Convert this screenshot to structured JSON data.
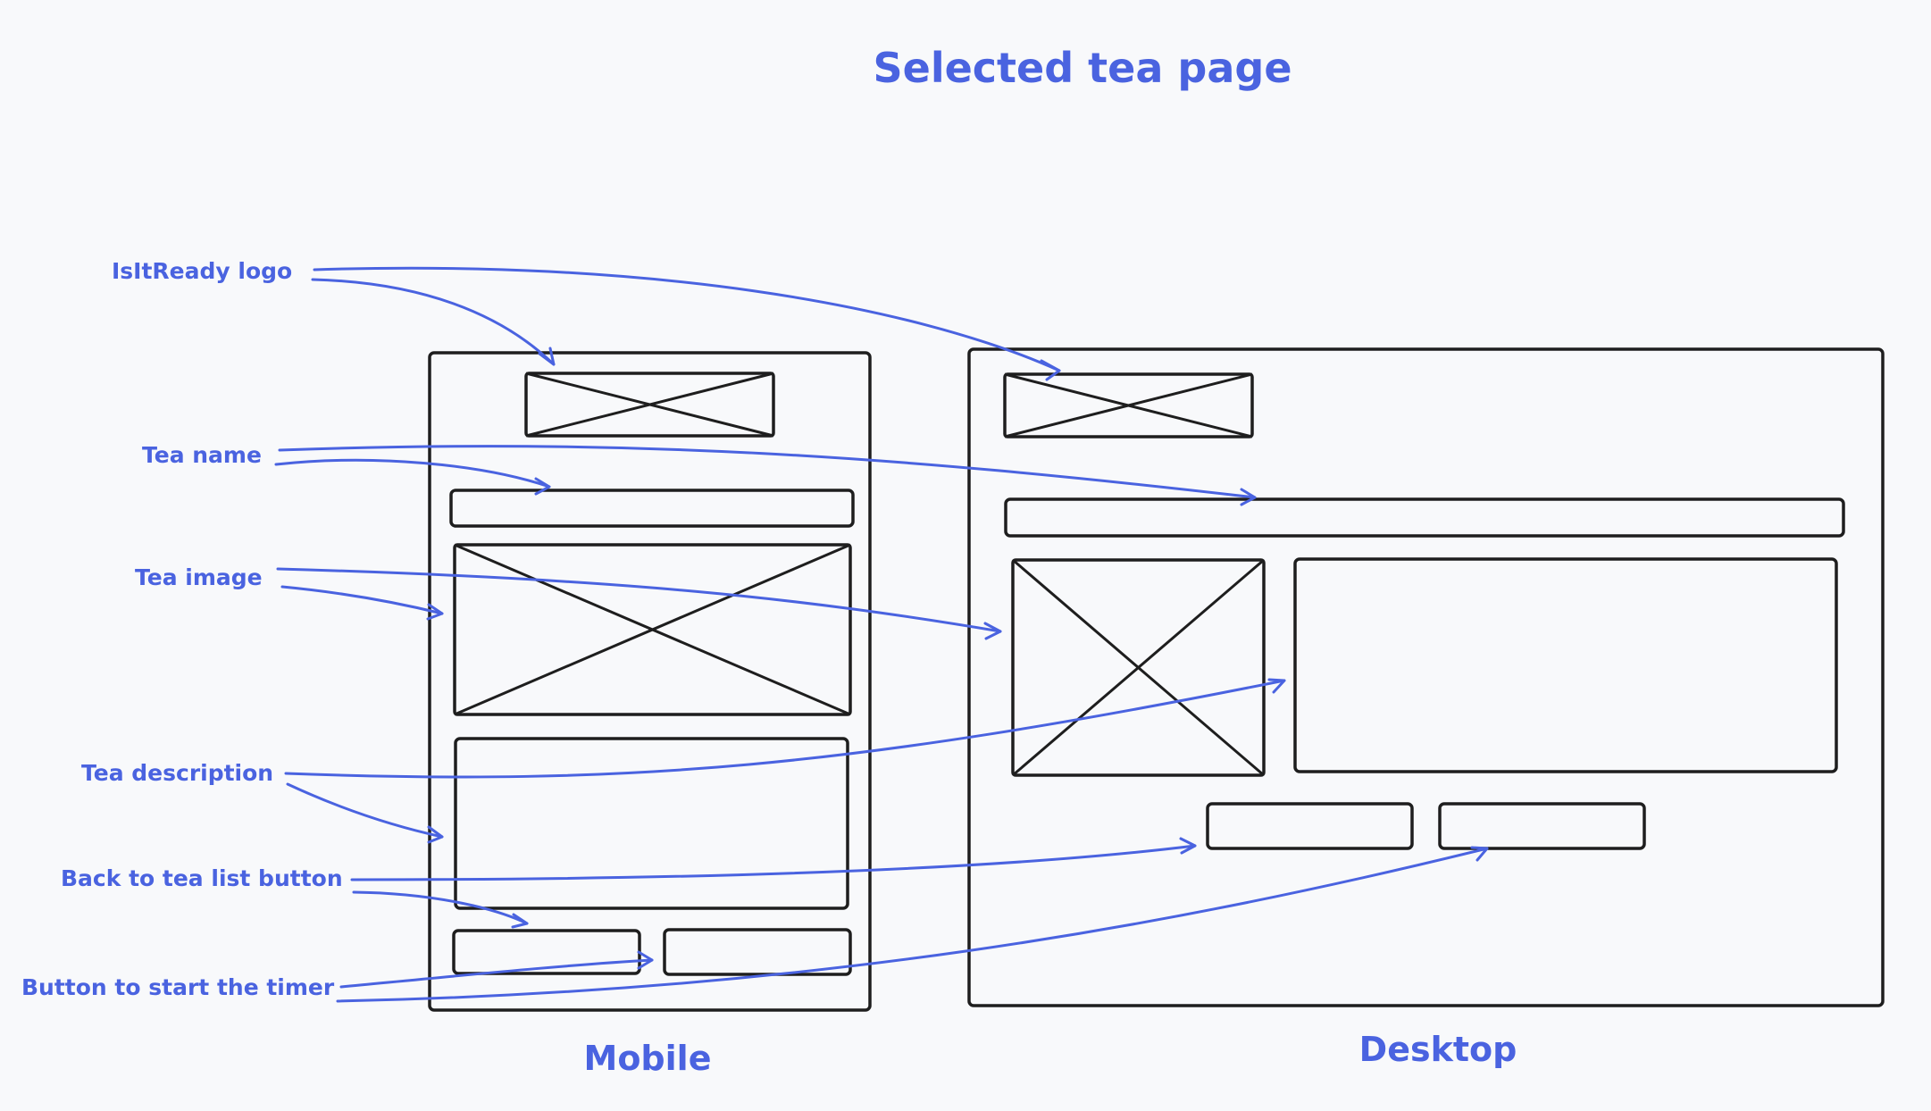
{
  "title": "Selected tea page",
  "annotations": {
    "logo": "IsItReady logo",
    "tea_name": "Tea name",
    "tea_image": "Tea image",
    "tea_description": "Tea description",
    "back_button": "Back to tea list button",
    "timer_button": "Button to start the timer"
  },
  "frames": {
    "mobile": "Mobile",
    "desktop": "Desktop"
  },
  "colors": {
    "annotation": "#4a63e0",
    "wireframe": "#1e1e1e",
    "background": "#f8f9fb"
  }
}
